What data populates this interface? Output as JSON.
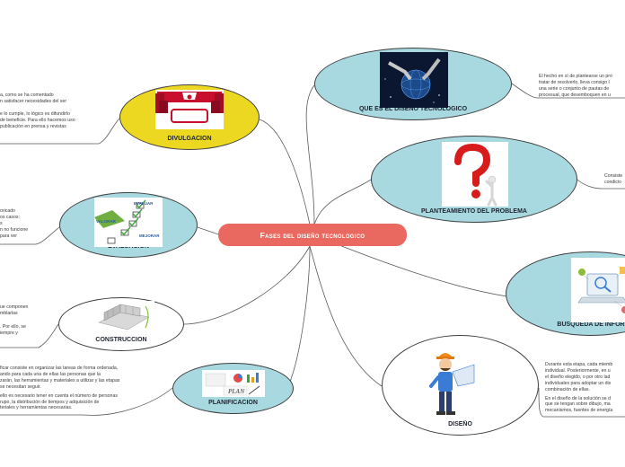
{
  "colors": {
    "blue_node": "#a8d8e0",
    "yellow_node": "#ecd820",
    "white_node": "#ffffff",
    "central": "#e9685f",
    "line": "#5a5a5a"
  },
  "central": {
    "label": "Fases del diseño tecnologico"
  },
  "nodes": {
    "divulgacion": {
      "label": "DIVULGACION"
    },
    "evaluacion": {
      "label": "EVALUACION"
    },
    "construccion": {
      "label": "CONSTRUCCION"
    },
    "planificacion": {
      "label": "PLANIFICACION"
    },
    "que_es": {
      "label": "QUE ES EL DISEÑO TECNOLOGICO"
    },
    "planteamiento": {
      "label": "PLANTEAMIENTO DEL PROBLEMA"
    },
    "busqueda": {
      "label": "BUSQUEDA DE INFOR"
    },
    "diseno": {
      "label": "DISEÑO"
    }
  },
  "notes": {
    "divulgacion": [
      "a, como se ha comentado\nn satisfacer necesidades del ser",
      "e lo cumple, lo lógico es difundirlo\n de beneficie. Para ello hacemos uso\n publicación en prensa y revistas"
    ],
    "evaluacion": [
      "oricado\nos casos:\ns\nn no funcione\npara ver"
    ],
    "construccion": [
      "ue componen\nmblarlas",
      ". Por ello, se\niempre y"
    ],
    "planificacion": [
      "ficar consiste en organizar las tareas de forma ordenada,\nando para cada una de ellas las personas que la\nzarán, las herramientas y materiales a utilizar y las etapas\nse necesitan seguir.",
      "ello es necesario tener en cuenta el número de personas\nrupo, la distribución de tiempos y adquisición de\nteriales y herramientas necesarias."
    ],
    "que_es": [
      "El hecho en sí de plantearse un pro\ntratar de resolverlo, lleva consigo l\nuna serie o conjunto de pautas de\nprocesual, que desemboquen en u"
    ],
    "planteamiento": [
      "Consiste\ncondicio"
    ],
    "diseno": [
      "Durante esta etapa, cada miemb\nindividual. Posteriormente, en u\nel diseño elegido, o por otro lad\nindividuales para adoptar un dis\ncombinación de ellas.",
      "En el diseño de la solución se d\nque se tengan sobre dibujo, ma\nmecanismos, fuentes de energía"
    ]
  },
  "images": {
    "divulgacion": "megaphone-banner-image",
    "evaluacion": "checklist-image",
    "evaluacion_words": [
      "EVALUAR",
      "VALORAR",
      "MEJORAR"
    ],
    "construccion": "building-model-image",
    "planificacion": "plan-chart-image",
    "planificacion_word": "PLAN",
    "que_es": "robot-globe-image",
    "planteamiento": "question-mark-figure-image",
    "busqueda": "laptop-search-image",
    "diseno": "engineer-worker-image"
  }
}
